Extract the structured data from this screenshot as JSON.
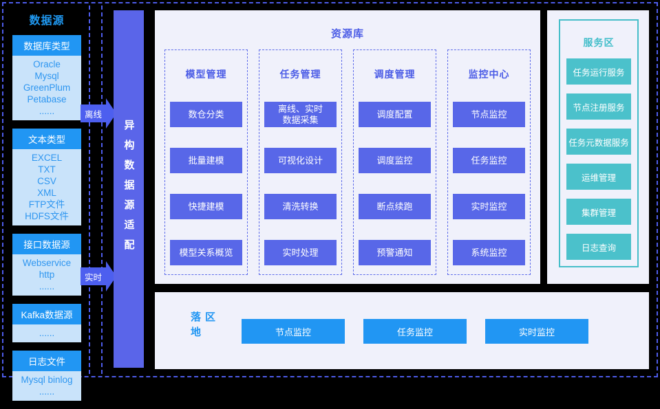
{
  "colors": {
    "background": "#000000",
    "dashed_border": "#4E5CEB",
    "bright_blue": "#2196F3",
    "light_blue_body": "#C9E3FA",
    "indigo_button": "#5867E8",
    "adapter_bar": "#5A65E9",
    "arrow_blue": "#4D5FEF",
    "panel_bg": "#F0F1FB",
    "teal": "#4BC1CB"
  },
  "sidebar": {
    "title": "数据源",
    "groups": [
      {
        "header": "数据库类型",
        "items": "Oracle\nMysql\nGreenPlum\nPetabase\n......"
      },
      {
        "header": "文本类型",
        "items": "EXCEL\nTXT\nCSV\nXML\nFTP文件\nHDFS文件"
      },
      {
        "header": "接口数据源",
        "items": "Webservice\nhttp\n......"
      },
      {
        "header": "Kafka数据源",
        "items": "......"
      },
      {
        "header": "日志文件",
        "items": "Mysql binlog\n......"
      }
    ]
  },
  "arrows": {
    "offline": "离线",
    "realtime": "实时"
  },
  "adapter_bar": {
    "label": "异构数据源适配"
  },
  "repository": {
    "title": "资源库",
    "columns": [
      {
        "header": "模型管理",
        "buttons": [
          "数仓分类",
          "批量建模",
          "快捷建模",
          "模型关系概览"
        ]
      },
      {
        "header": "任务管理",
        "buttons": [
          "离线、实时\n数据采集",
          "可视化设计",
          "清洗转换",
          "实时处理"
        ]
      },
      {
        "header": "调度管理",
        "buttons": [
          "调度配置",
          "调度监控",
          "断点续跑",
          "预警通知"
        ]
      },
      {
        "header": "监控中心",
        "buttons": [
          "节点监控",
          "任务监控",
          "实时监控",
          "系统监控"
        ]
      }
    ]
  },
  "landing": {
    "title": "落地区",
    "buttons": [
      "节点监控",
      "任务监控",
      "实时监控"
    ]
  },
  "services": {
    "title": "服务区",
    "buttons": [
      "任务运行服务",
      "节点注册服务",
      "任务元数据服务",
      "运维管理",
      "集群管理",
      "日志查询"
    ]
  }
}
